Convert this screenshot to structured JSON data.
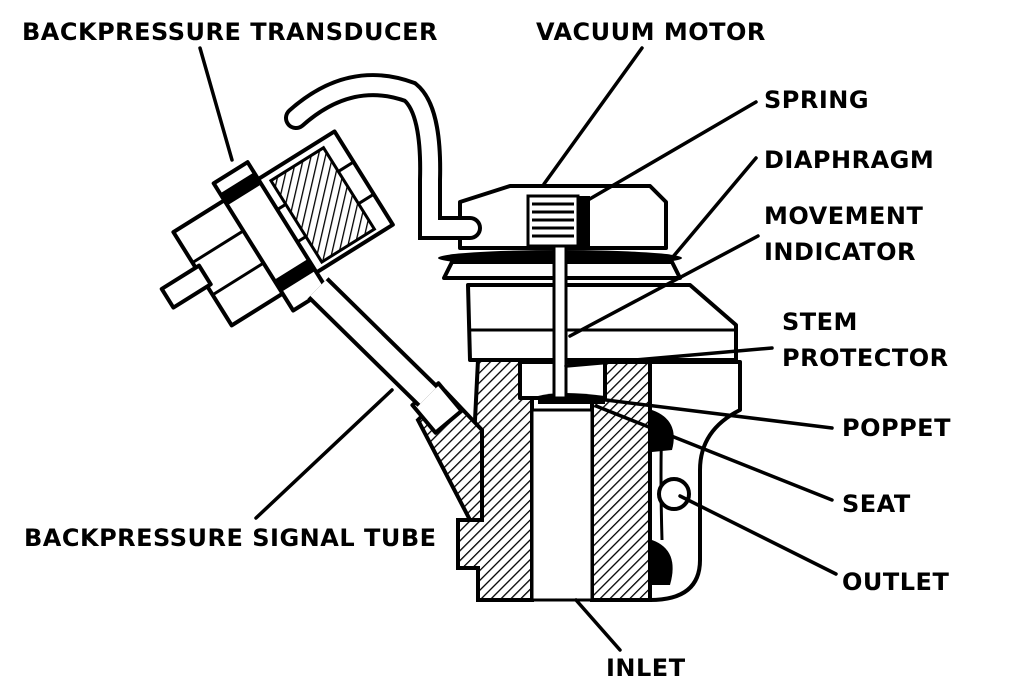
{
  "labels": {
    "backpressure_transducer": "BACKPRESSURE TRANSDUCER",
    "vacuum_motor": "VACUUM MOTOR",
    "spring": "SPRING",
    "diaphragm": "DIAPHRAGM",
    "movement_indicator_1": "MOVEMENT",
    "movement_indicator_2": "INDICATOR",
    "stem_protector_1": "STEM",
    "stem_protector_2": "PROTECTOR",
    "poppet": "POPPET",
    "seat": "SEAT",
    "outlet": "OUTLET",
    "inlet": "INLET",
    "backpressure_signal_tube": "BACKPRESSURE SIGNAL TUBE"
  },
  "colors": {
    "ink": "#000000",
    "paper": "#ffffff"
  }
}
